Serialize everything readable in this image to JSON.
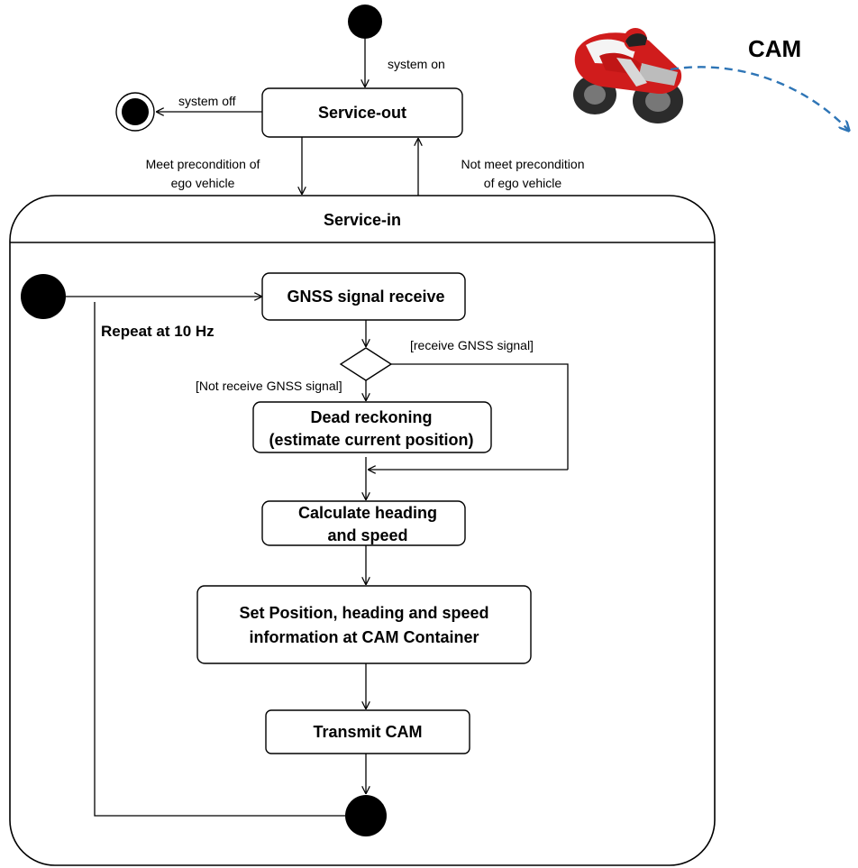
{
  "diagram": {
    "cam_label": "CAM",
    "states": {
      "service_out": "Service-out",
      "service_in": "Service-in"
    },
    "activities": {
      "gnss_receive": "GNSS signal receive",
      "dead_reckoning": [
        "Dead reckoning",
        "(estimate current position)"
      ],
      "calc_heading": [
        "Calculate heading",
        "and speed"
      ],
      "set_position": [
        "Set Position, heading and speed",
        "information at CAM Container"
      ],
      "transmit": "Transmit CAM"
    },
    "transitions": {
      "system_on": "system on",
      "system_off": "system off",
      "meet_precondition": [
        "Meet precondition of",
        "ego vehicle"
      ],
      "not_meet_precondition": [
        "Not meet precondition",
        "of ego vehicle"
      ],
      "receive_gnss": "[receive GNSS signal]",
      "not_receive_gnss": "[Not receive GNSS signal]",
      "repeat": "Repeat at 10 Hz"
    },
    "colors": {
      "cam_path": "#2e75b6",
      "bike_red": "#d01c1c",
      "bike_dark": "#2b2b2b"
    },
    "icons": [
      "motorcycle-icon"
    ]
  }
}
